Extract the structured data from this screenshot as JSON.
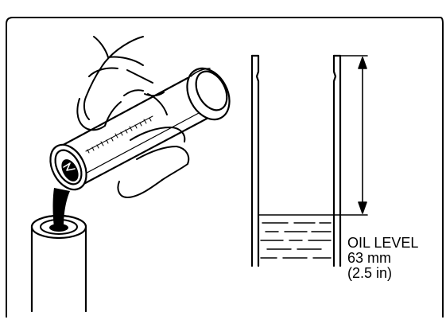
{
  "callout": {
    "title": "OIL LEVEL",
    "metric": "63 mm",
    "imperial": "(2.5 in)"
  },
  "colors": {
    "ink": "#000000",
    "paper": "#ffffff"
  }
}
